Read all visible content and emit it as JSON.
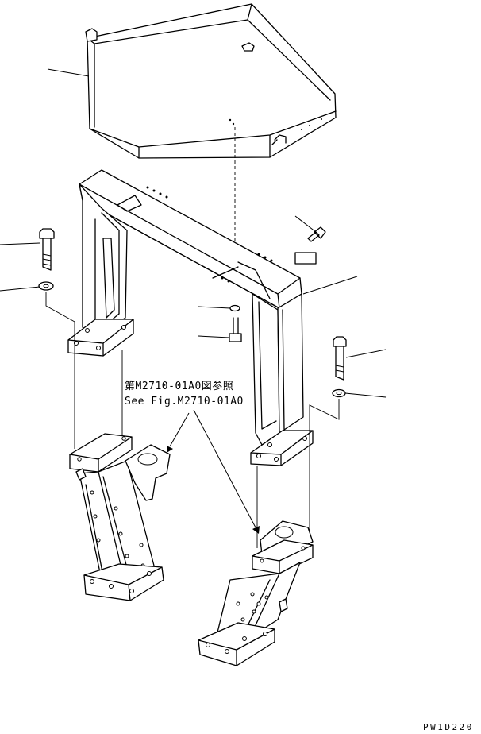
{
  "reference_note": {
    "line_jp": "第M2710-01A0図参照",
    "line_en": "See Fig.M2710-01A0"
  },
  "drawing_code": "PW1D220"
}
